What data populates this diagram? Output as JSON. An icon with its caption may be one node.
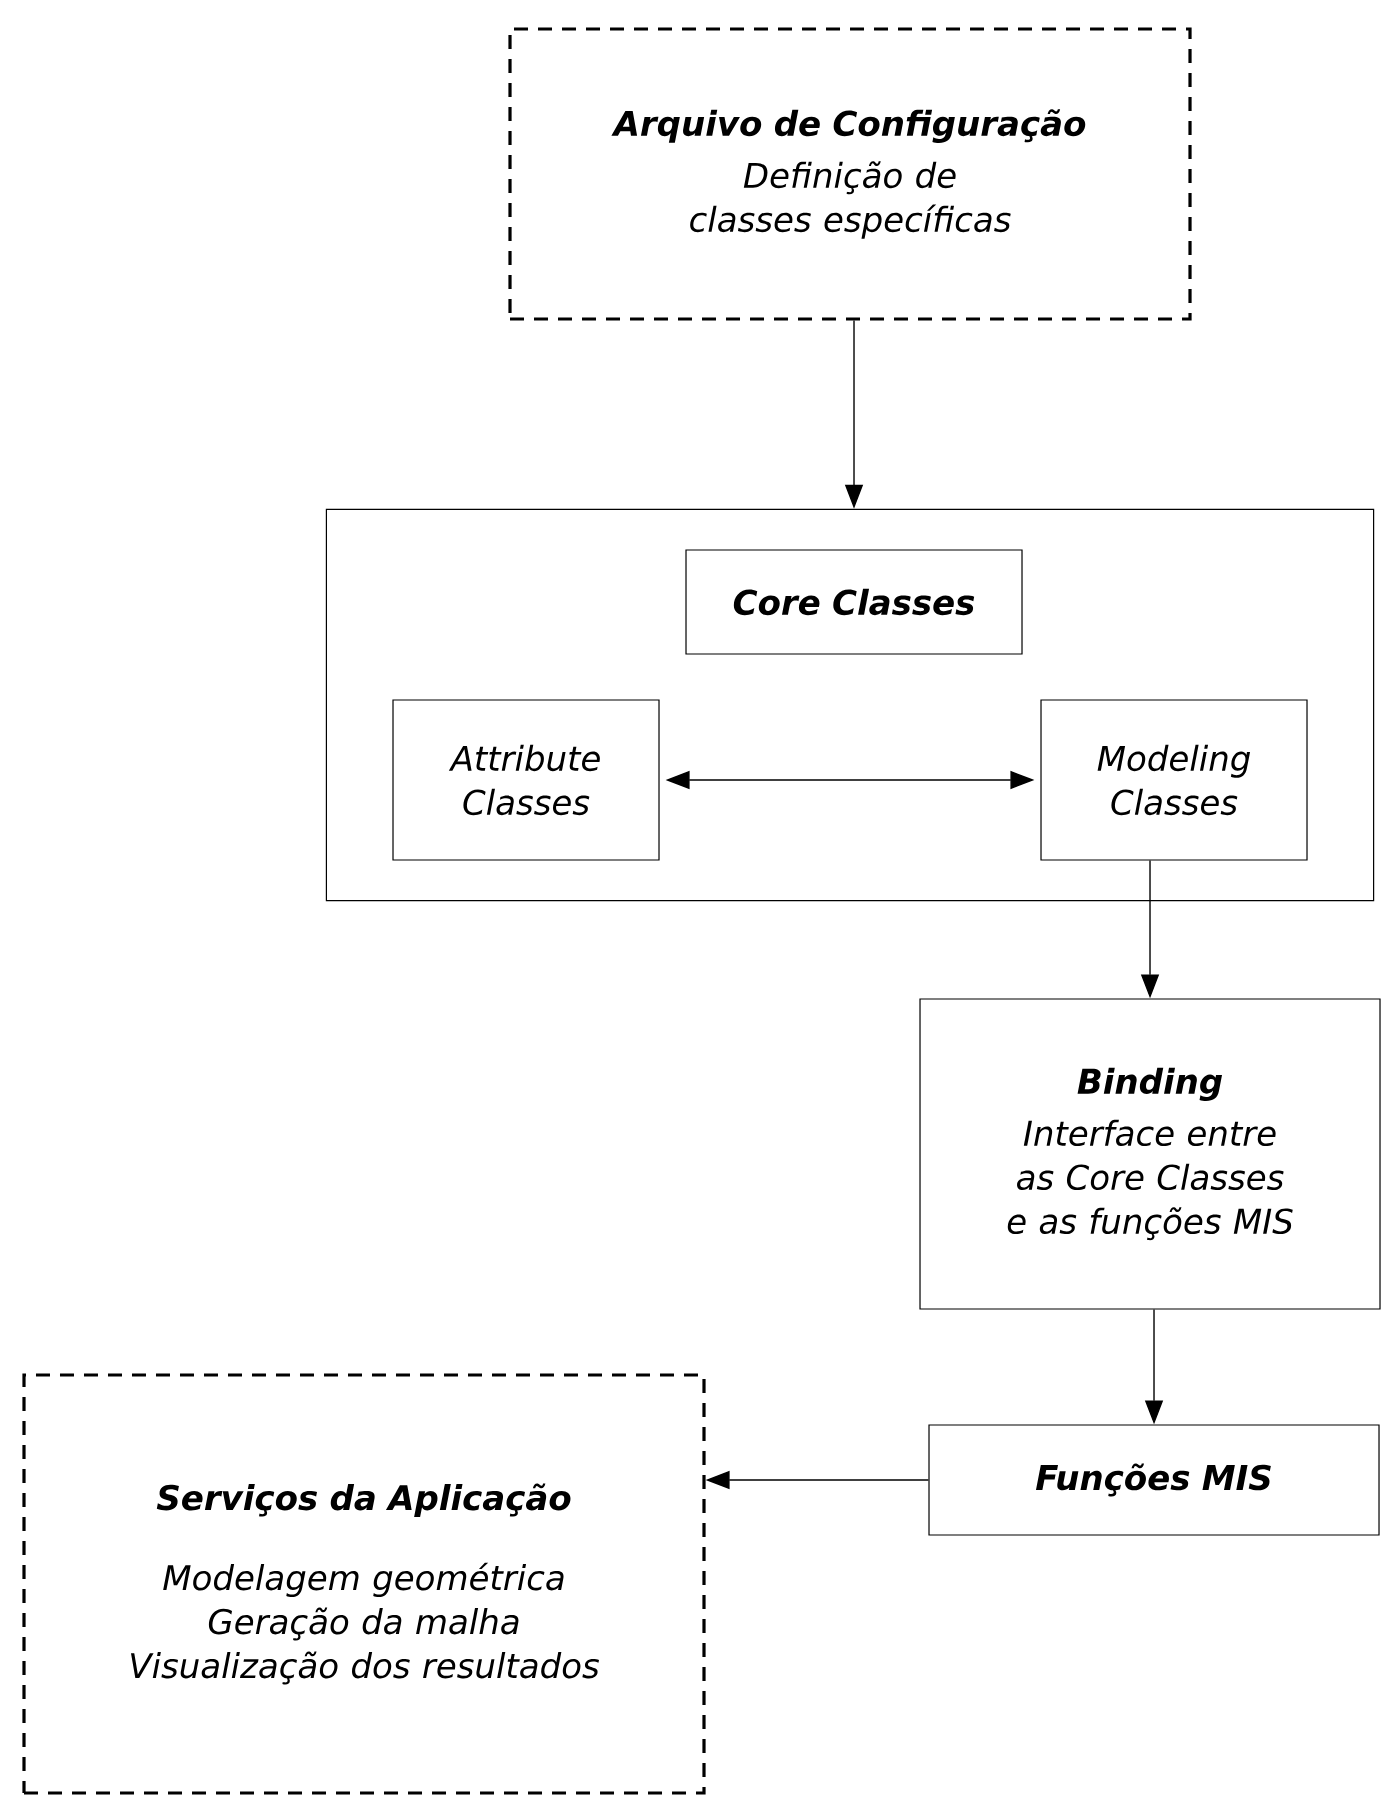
{
  "diagram": {
    "nodes": [
      {
        "text": [
          "Arquivo de Configuração",
          "Definição de classes específicas"
        ]
      },
      {
        "text": [],
        "shape": "box"
      },
      {
        "text": [
          "Core Classes"
        ],
        "in": 1
      },
      {
        "text": [
          "Attribute Classes"
        ],
        "in": 1
      },
      {
        "text": [
          "Modeling Classes"
        ],
        "in": 1
      },
      {
        "text": [
          "Binding",
          "Interface entre as Core Classes e as funções MIS"
        ]
      },
      {
        "text": [
          "Serviços da Aplicação",
          "Modelagem geométrica",
          "Geração da malha",
          "Visualização dos resultados"
        ]
      },
      {
        "text": [
          "Funções MIS"
        ]
      }
    ],
    "edges": [
      {
        "from": 0,
        "to": 1,
        "arrow": "to"
      },
      {
        "from": 3,
        "to": 4,
        "arrow": "both"
      },
      {
        "from": 4,
        "to": 5,
        "arrow": "to"
      },
      {
        "from": 5,
        "to": 7,
        "arrow": "to"
      },
      {
        "from": 7,
        "to": 6,
        "arrow": "to"
      }
    ]
  }
}
